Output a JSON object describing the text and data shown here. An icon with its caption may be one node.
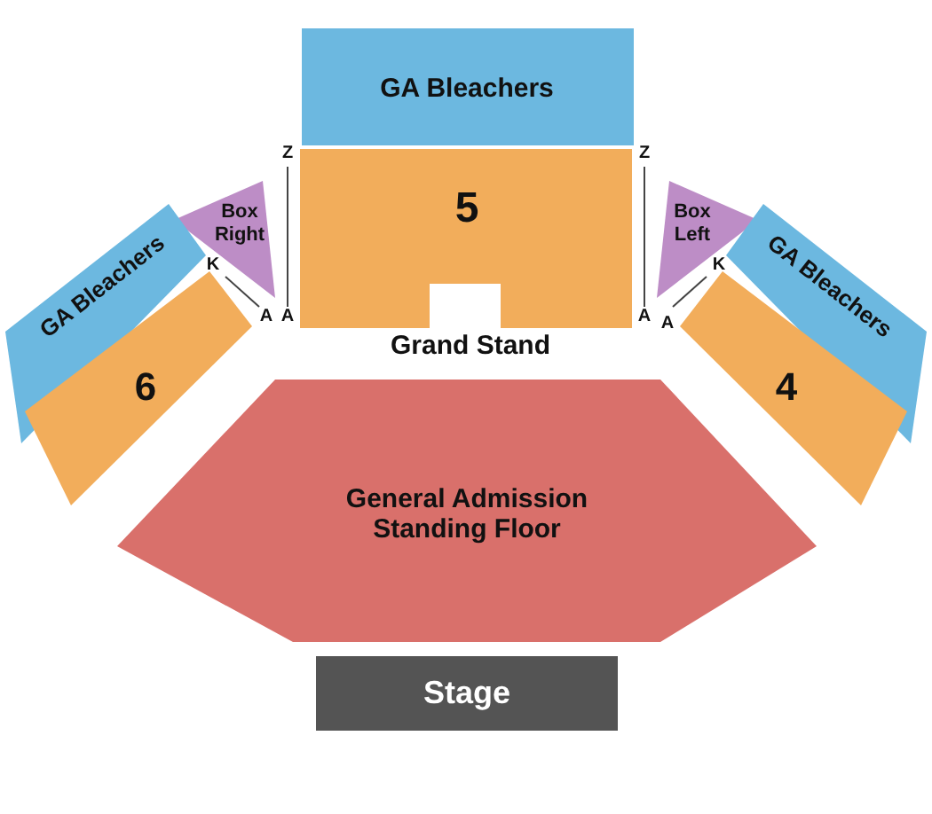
{
  "diagram": {
    "nodes": [
      {
        "text": [
          "GA Bleachers"
        ]
      },
      {
        "text": [
          "5"
        ]
      },
      {
        "text": [
          "Box Right"
        ]
      },
      {
        "text": [
          "Box Left"
        ]
      },
      {
        "text": [
          "GA Bleachers"
        ]
      },
      {
        "text": [
          "6"
        ]
      },
      {
        "text": [
          "GA Bleachers"
        ]
      },
      {
        "text": [
          "4"
        ]
      },
      {
        "text": [
          "General Admission Standing Floor"
        ]
      },
      {
        "text": [
          "Stage"
        ]
      }
    ],
    "labels": [
      "Z",
      "Z",
      "K",
      "K",
      "A",
      "A",
      "A",
      "A",
      "Grand Stand"
    ]
  }
}
